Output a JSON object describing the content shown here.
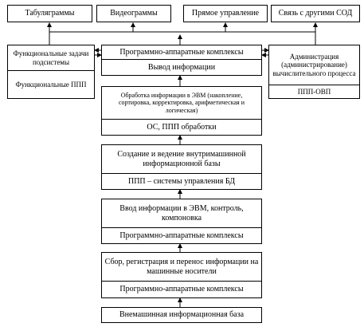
{
  "outputs": {
    "tabulagrams": "Табуляграммы",
    "videograms": "Видеограммы",
    "direct_control": "Прямое управление",
    "links_other_sod": "Связь с другими СОД"
  },
  "left_panel": {
    "title": "Функциональные задачи подсистемы",
    "software": "Функциональные ППП"
  },
  "right_panel": {
    "title": "Администрация (администрирование) вычислительного процесса",
    "software": "ППП-ОВП"
  },
  "levels": {
    "output": {
      "title": "Программно-аппаратные комплексы",
      "subtitle": "Вывод информации"
    },
    "processing": {
      "title": "Обработка информации в ЭВМ (накопление, сортировка, корректировка, арифметическая и логическая)",
      "subtitle": "ОС, ППП обработки"
    },
    "database": {
      "title": "Создание и ведение внутримашинной информационной базы",
      "subtitle": "ППП – системы управления БД"
    },
    "input": {
      "title": "Ввод информации в ЭВМ, контроль, компоновка",
      "subtitle": "Программно-аппаратные комплексы"
    },
    "collection": {
      "title": "Сбор, регистрация и перенос информации на машинные носители",
      "subtitle": "Программно-аппаратные комплексы"
    },
    "external_base": {
      "title": "Внемашинная информационная база"
    }
  }
}
